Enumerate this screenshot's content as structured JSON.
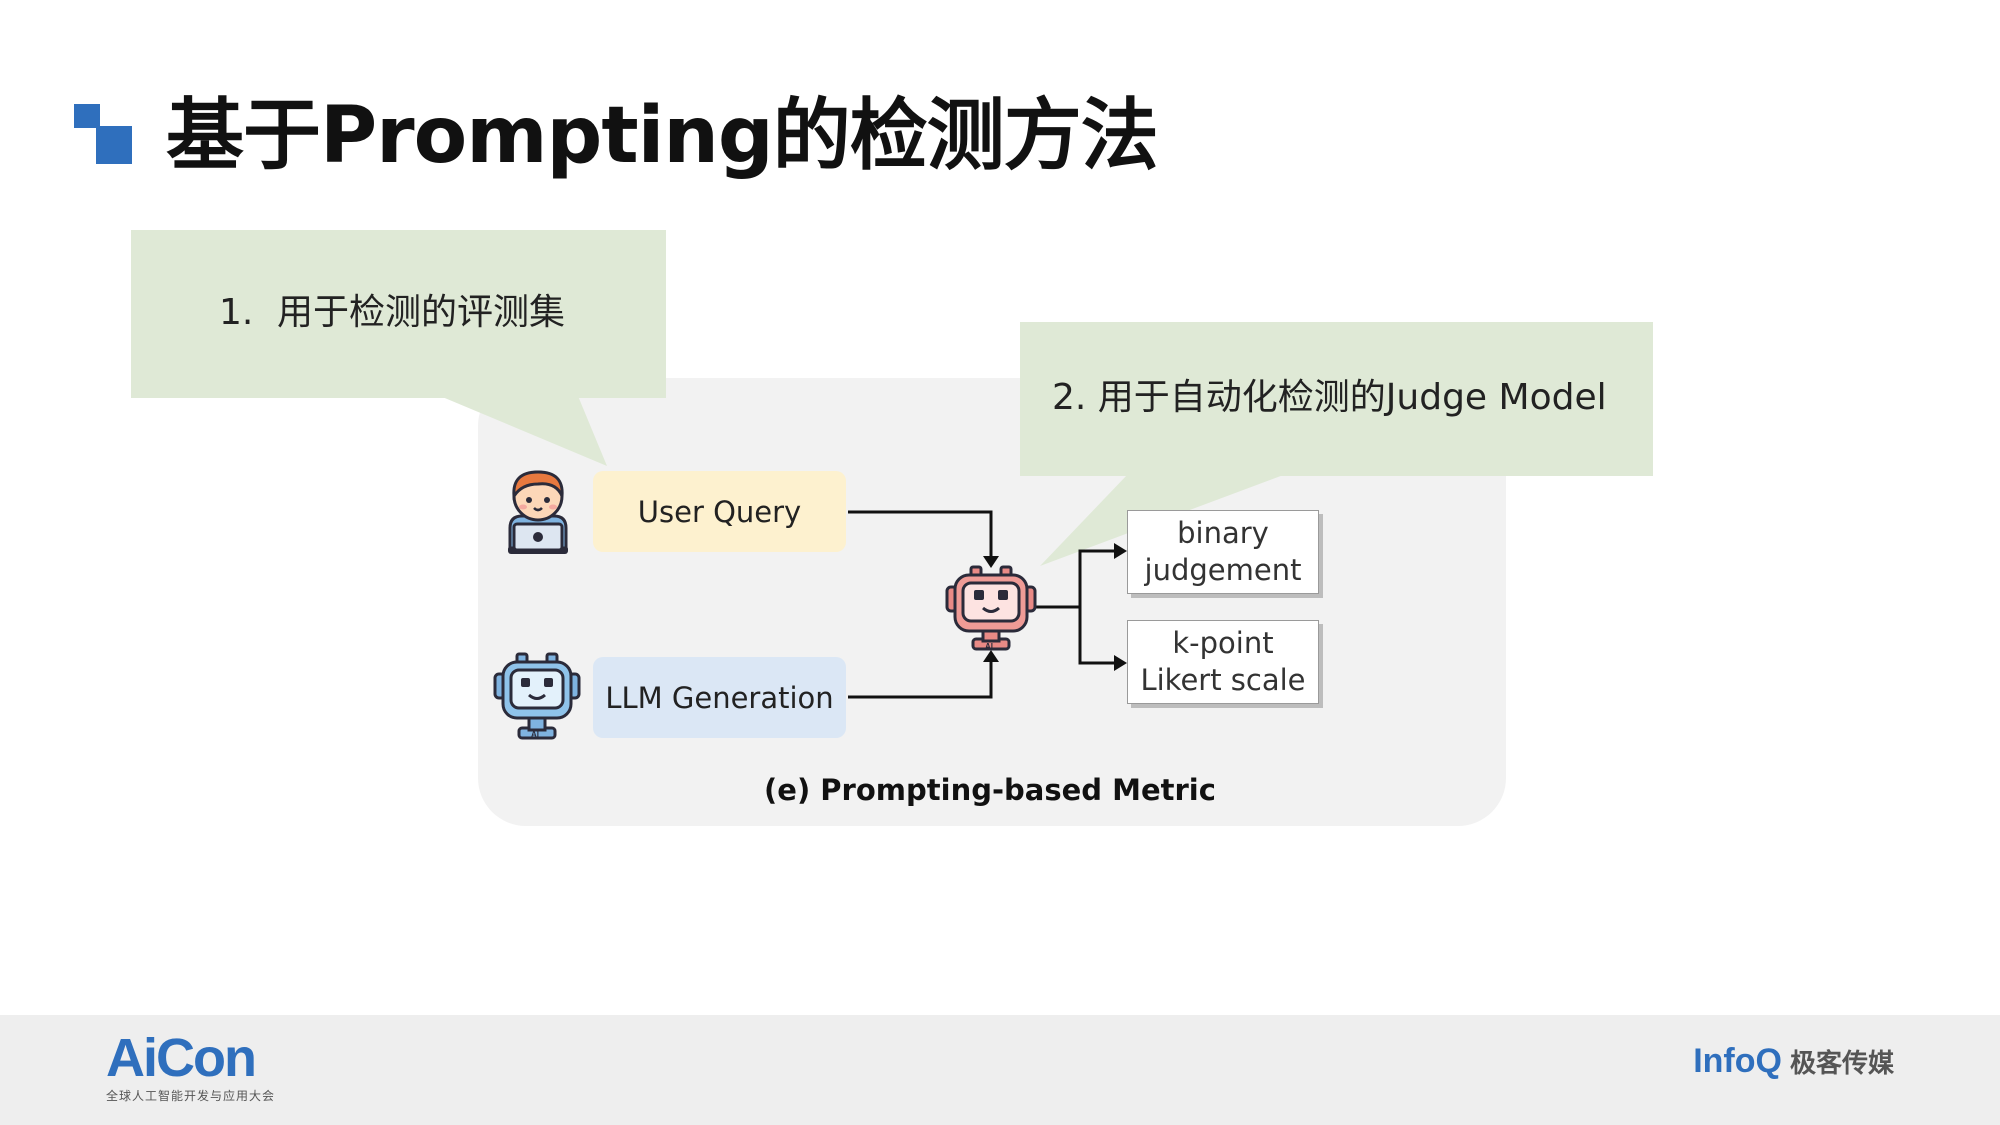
{
  "slide": {
    "title": "基于Prompting的检测方法",
    "accent_color": "#2f6fbd"
  },
  "callouts": {
    "first_number": "1.",
    "first_text": "用于检测的评测集",
    "second_text": "2. 用于自动化检测的Judge Model",
    "background_color": "#dfe9d6"
  },
  "diagram": {
    "user_query_label": "User Query",
    "llm_generation_label": "LLM Generation",
    "outputs": {
      "binary_line1": "binary",
      "binary_line2": "judgement",
      "kpoint_line1": "k-point",
      "kpoint_line2": "Likert scale"
    },
    "caption": "(e) Prompting-based Metric",
    "icons": {
      "user": "user-avatar-icon",
      "llm": "llm-robot-icon",
      "judge": "judge-robot-icon"
    }
  },
  "footer": {
    "aicon_name": "AiCon",
    "aicon_subtitle": "全球人工智能开发与应用大会",
    "infoq_name": "InfoQ",
    "infoq_cn": "极客传媒"
  }
}
